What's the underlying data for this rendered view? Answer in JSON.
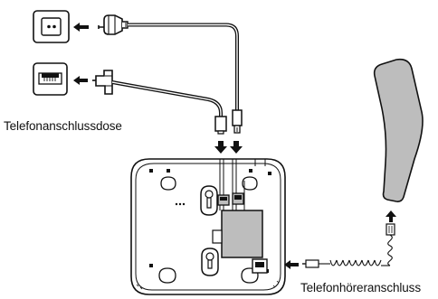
{
  "labels": {
    "phone_socket": "Telefonanschlussdose",
    "handset_port": "Telefonhöreranschluss"
  },
  "colors": {
    "line": "#111111",
    "fill_gray": "#bdbdbd",
    "background": "#ffffff"
  },
  "icons": {
    "power_outlet": "power-outlet-icon",
    "phone_wall_socket": "phone-wall-socket-icon",
    "power_adapter": "power-adapter-icon",
    "phone_plug": "phone-plug-icon",
    "base_station": "base-station",
    "handset": "handset",
    "coiled_cord": "coiled-cord"
  }
}
